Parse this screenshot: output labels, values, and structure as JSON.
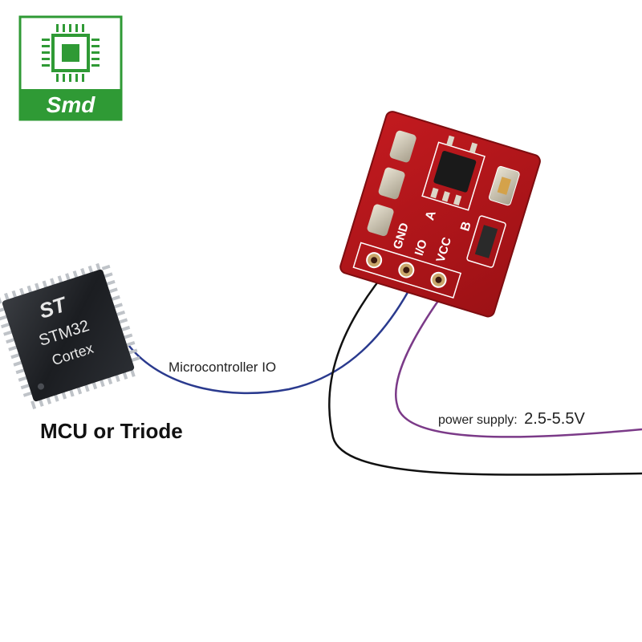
{
  "logo": {
    "text": "Smd",
    "colors": {
      "green": "#2f9a35",
      "white": "#ffffff"
    }
  },
  "mcu_chip": {
    "brand_mark": "ST",
    "model": "STM32",
    "core": "Cortex",
    "caption": "MCU or Triode"
  },
  "touch_module": {
    "pin_labels": [
      "GND",
      "I/O",
      "VCC"
    ],
    "jumper_labels": [
      "A",
      "B"
    ],
    "board_color": "#b5161b"
  },
  "wires": {
    "io_label": "Microcontroller IO",
    "power_label": "power supply:",
    "power_value": "2.5-5.5V",
    "colors": {
      "io": "#2a3a8e",
      "power": "#7b3a88",
      "ground": "#111111"
    }
  }
}
